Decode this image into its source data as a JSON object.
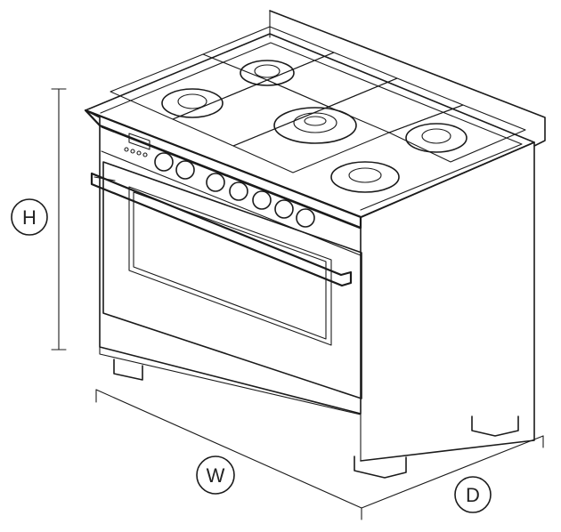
{
  "diagram": {
    "labels": {
      "height": "H",
      "width": "W",
      "depth": "D"
    },
    "colors": {
      "line": "#1b1b1b",
      "background": "#ffffff"
    }
  }
}
